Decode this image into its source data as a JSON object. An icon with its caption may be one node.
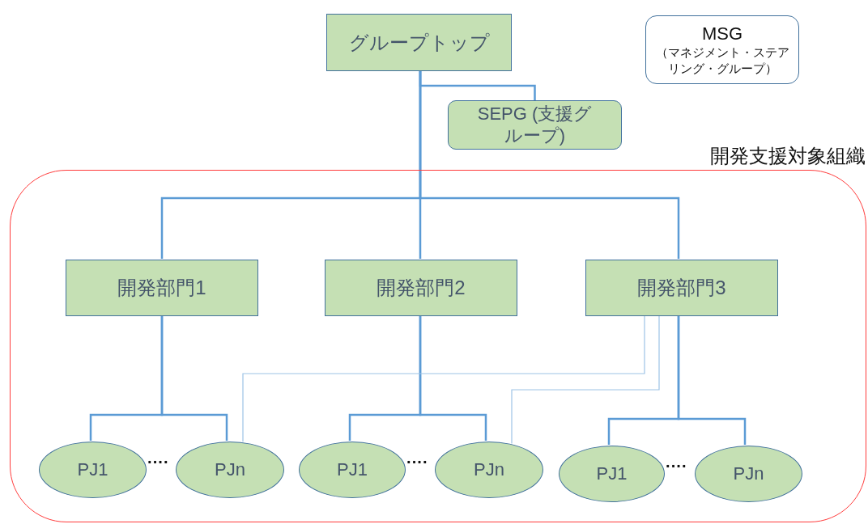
{
  "diagram": {
    "nodes": [
      {
        "text": [
          "グループトップ"
        ]
      },
      {
        "text": [
          "MSG",
          "（マネジメント・ステアリング・グループ）"
        ]
      },
      {
        "text": [
          "SEPG (支援グループ)"
        ]
      },
      {
        "text": [
          "開発支援対象組織"
        ]
      },
      {
        "text": [
          "開発部門1"
        ],
        "in": 3
      },
      {
        "text": [
          "開発部門2"
        ],
        "in": 3
      },
      {
        "text": [
          "開発部門3"
        ],
        "in": 3
      },
      {
        "text": [
          "PJ1"
        ],
        "in": 3
      },
      {
        "text": [
          "PJn"
        ],
        "in": 3
      },
      {
        "text": [
          "PJ1"
        ],
        "in": 3
      },
      {
        "text": [
          "PJn"
        ],
        "in": 3
      },
      {
        "text": [
          "PJ1"
        ],
        "in": 3
      },
      {
        "text": [
          "PJn"
        ],
        "in": 3
      }
    ],
    "edges": [
      {
        "from": 0,
        "to": 2,
        "arrow": "none"
      },
      {
        "from": 0,
        "to": 4,
        "arrow": "none"
      },
      {
        "from": 0,
        "to": 5,
        "arrow": "none"
      },
      {
        "from": 0,
        "to": 6,
        "arrow": "none"
      },
      {
        "from": 4,
        "to": 7,
        "arrow": "none"
      },
      {
        "from": 4,
        "to": 8,
        "arrow": "none"
      },
      {
        "from": 5,
        "to": 9,
        "arrow": "none"
      },
      {
        "from": 5,
        "to": 10,
        "arrow": "none"
      },
      {
        "from": 6,
        "to": 11,
        "arrow": "none"
      },
      {
        "from": 6,
        "to": 12,
        "arrow": "none"
      },
      {
        "from": 6,
        "to": 8,
        "arrow": "none",
        "color": "#9dc3e6"
      },
      {
        "from": 6,
        "to": 10,
        "arrow": "none",
        "color": "#9dc3e6"
      }
    ],
    "labels": [
      "····",
      "····",
      "····"
    ]
  }
}
